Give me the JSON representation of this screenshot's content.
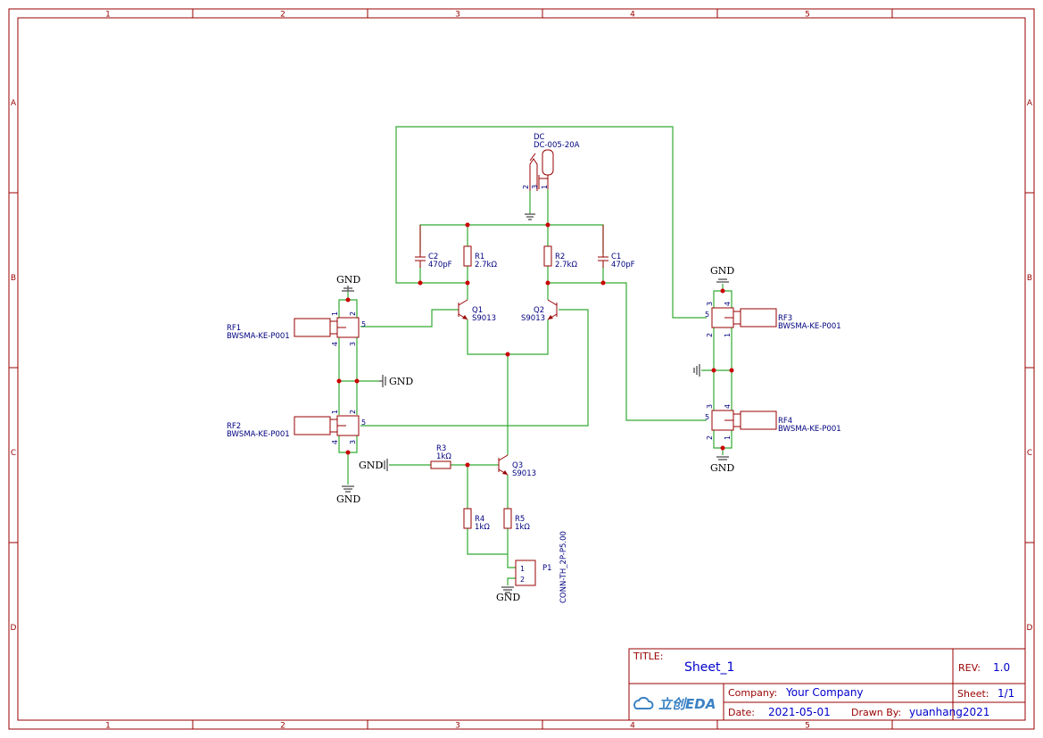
{
  "frame": {
    "columns": [
      "1",
      "2",
      "3",
      "4",
      "5"
    ],
    "rows": [
      "A",
      "B",
      "C",
      "D"
    ]
  },
  "components": {
    "dc": {
      "ref": "DC",
      "value": "DC-005-20A",
      "pins": [
        "2",
        "3",
        "1"
      ]
    },
    "r1": {
      "ref": "R1",
      "value": "2.7kΩ"
    },
    "r2": {
      "ref": "R2",
      "value": "2.7kΩ"
    },
    "r3": {
      "ref": "R3",
      "value": "1kΩ"
    },
    "r4": {
      "ref": "R4",
      "value": "1kΩ"
    },
    "r5": {
      "ref": "R5",
      "value": "1kΩ"
    },
    "c1": {
      "ref": "C1",
      "value": "470pF"
    },
    "c2": {
      "ref": "C2",
      "value": "470pF"
    },
    "q1": {
      "ref": "Q1",
      "value": "S9013"
    },
    "q2": {
      "ref": "Q2",
      "value": "S9013"
    },
    "q3": {
      "ref": "Q3",
      "value": "S9013"
    },
    "rf1": {
      "ref": "RF1",
      "value": "BWSMA-KE-P001"
    },
    "rf2": {
      "ref": "RF2",
      "value": "BWSMA-KE-P001"
    },
    "rf3": {
      "ref": "RF3",
      "value": "BWSMA-KE-P001"
    },
    "rf4": {
      "ref": "RF4",
      "value": "BWSMA-KE-P001"
    },
    "p1": {
      "ref": "P1",
      "value": "CONN-TH_2P-P5.00",
      "pins": [
        "1",
        "2"
      ]
    }
  },
  "pins": {
    "p1": "1",
    "p2": "2",
    "p3": "3",
    "p4": "4",
    "p5": "5"
  },
  "net_labels": {
    "gnd": "GND"
  },
  "title_block": {
    "title_label": "TITLE:",
    "title_value": "Sheet_1",
    "rev_label": "REV:",
    "rev_value": "1.0",
    "logo_text": "立创EDA",
    "company_label": "Company:",
    "company_value": "Your Company",
    "sheet_label": "Sheet:",
    "sheet_value": "1/1",
    "date_label": "Date:",
    "date_value": "2021-05-01",
    "drawn_label": "Drawn By:",
    "drawn_value": "yuanhang2021"
  },
  "colors": {
    "frame": "#990000",
    "wire": "#33aa33",
    "text": "#000080",
    "junction": "#cc0000"
  }
}
